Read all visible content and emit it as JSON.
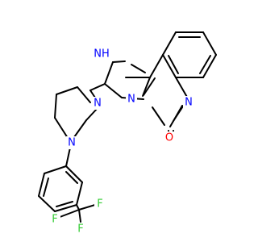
{
  "molecule": {
    "atoms": {
      "nh": "NH",
      "n_ring": "N",
      "n_ring_b": "N",
      "o": "O",
      "n_pip_top": "N",
      "n_pip_bottom": "N",
      "f1": "F",
      "f2": "F",
      "f3": "F"
    },
    "colors": {
      "nitrogen": "#0000ff",
      "oxygen": "#ff0000",
      "fluorine": "#33cc33",
      "carbon_bond": "#000000"
    }
  }
}
